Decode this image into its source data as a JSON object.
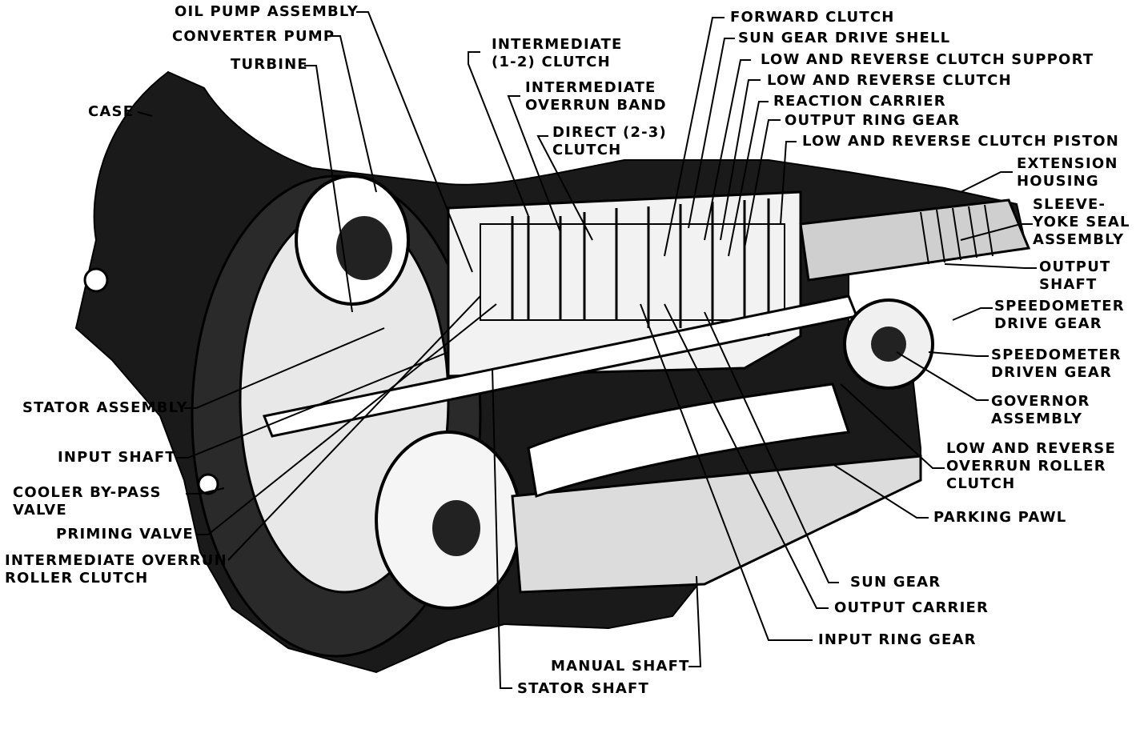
{
  "labels": {
    "oil_pump_assembly": "OIL PUMP ASSEMBLY",
    "converter_pump": "CONVERTER PUMP",
    "turbine": "TURBINE",
    "case": "CASE",
    "intermediate_clutch_1": "INTERMEDIATE",
    "intermediate_clutch_2": "(1-2) CLUTCH",
    "intermediate_overrun_band_1": "INTERMEDIATE",
    "intermediate_overrun_band_2": "OVERRUN BAND",
    "direct_clutch_1": "DIRECT (2-3)",
    "direct_clutch_2": "CLUTCH",
    "forward_clutch": "FORWARD CLUTCH",
    "sun_gear_drive_shell": "SUN GEAR DRIVE SHELL",
    "low_reverse_clutch_support": "LOW AND REVERSE CLUTCH SUPPORT",
    "low_reverse_clutch": "LOW AND REVERSE CLUTCH",
    "reaction_carrier": "REACTION CARRIER",
    "output_ring_gear": "OUTPUT RING GEAR",
    "low_reverse_clutch_piston": "LOW AND REVERSE CLUTCH PISTON",
    "extension_housing_1": "EXTENSION",
    "extension_housing_2": "HOUSING",
    "sleeve_yoke_1": "SLEEVE-",
    "sleeve_yoke_2": "YOKE SEAL",
    "sleeve_yoke_3": "ASSEMBLY",
    "output_shaft_1": "OUTPUT",
    "output_shaft_2": "SHAFT",
    "speedometer_drive_1": "SPEEDOMETER",
    "speedometer_drive_2": "DRIVE GEAR",
    "speedometer_driven_1": "SPEEDOMETER",
    "speedometer_driven_2": "DRIVEN GEAR",
    "governor_1": "GOVERNOR",
    "governor_2": "ASSEMBLY",
    "low_reverse_overrun_1": "LOW AND REVERSE",
    "low_reverse_overrun_2": "OVERRUN ROLLER",
    "low_reverse_overrun_3": "CLUTCH",
    "parking_pawl": "PARKING PAWL",
    "sun_gear": "SUN GEAR",
    "output_carrier": "OUTPUT CARRIER",
    "input_ring_gear": "INPUT RING GEAR",
    "manual_shaft": "MANUAL SHAFT",
    "stator_shaft": "STATOR SHAFT",
    "stator_assembly": "STATOR ASSEMBLY",
    "input_shaft": "INPUT SHAFT",
    "cooler_bypass_1": "COOLER BY-PASS",
    "cooler_bypass_2": "VALVE",
    "priming_valve": "PRIMING VALVE",
    "intermediate_overrun_roller_1": "INTERMEDIATE OVERRUN",
    "intermediate_overrun_roller_2": "ROLLER CLUTCH"
  }
}
